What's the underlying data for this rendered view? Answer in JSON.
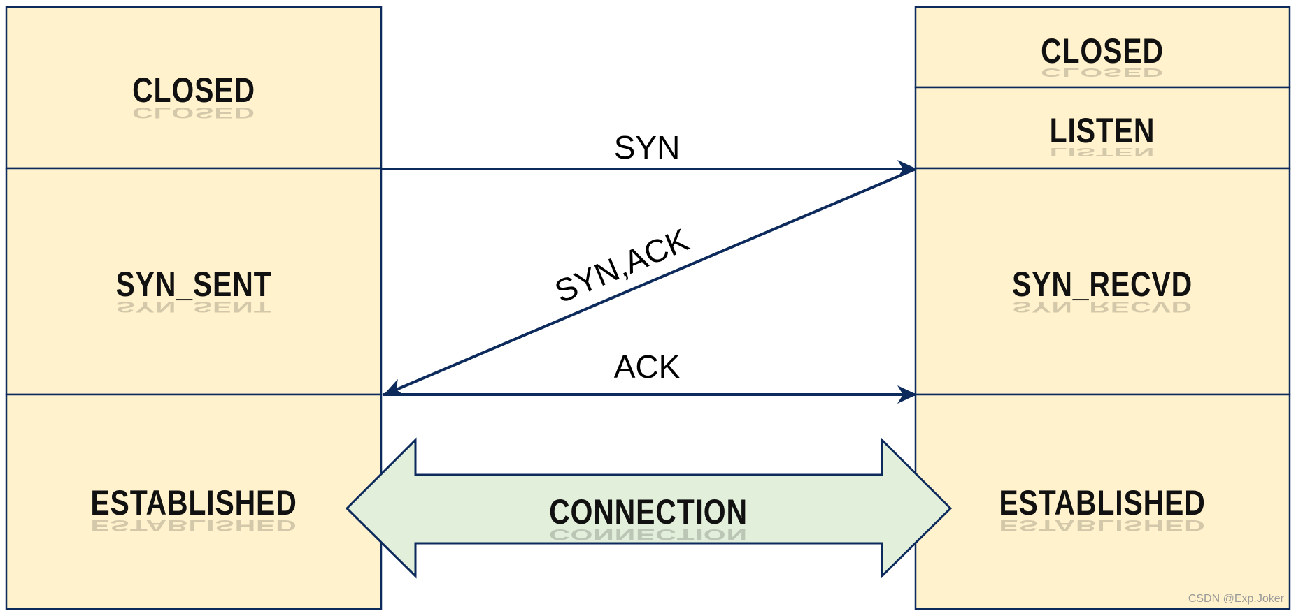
{
  "colors": {
    "state_box_fill": "#fff2cc",
    "line": "#0d2a5c",
    "connection_fill": "#e2efda"
  },
  "client": {
    "states": [
      "CLOSED",
      "SYN_SENT",
      "ESTABLISHED"
    ]
  },
  "server": {
    "states": [
      "CLOSED",
      "LISTEN",
      "SYN_RECVD",
      "ESTABLISHED"
    ]
  },
  "messages": {
    "syn": "SYN",
    "syn_ack": "SYN,ACK",
    "ack": "ACK"
  },
  "connection": "CONNECTION",
  "watermark": "CSDN @Exp.Joker"
}
